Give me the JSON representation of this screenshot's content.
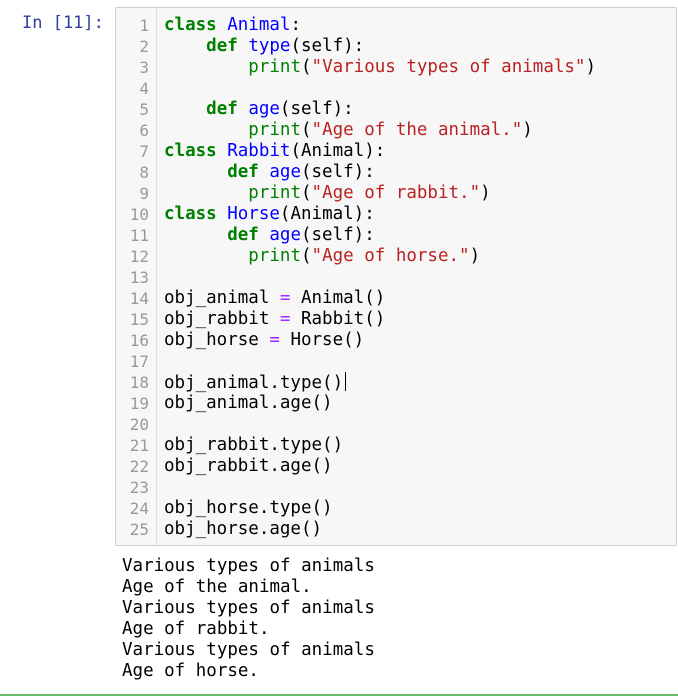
{
  "cell": {
    "prompt": "In [11]:",
    "line_numbers": [
      "1",
      "2",
      "3",
      "4",
      "5",
      "6",
      "7",
      "8",
      "9",
      "10",
      "11",
      "12",
      "13",
      "14",
      "15",
      "16",
      "17",
      "18",
      "19",
      "20",
      "21",
      "22",
      "23",
      "24",
      "25"
    ],
    "code": {
      "l1": {
        "kw": "class",
        "name": "Animal",
        "rest": ":"
      },
      "l2": {
        "indent": "    ",
        "kw": "def",
        "name": "type",
        "rest": "(self):"
      },
      "l3": {
        "indent": "        ",
        "fn": "print",
        "open": "(",
        "str": "\"Various types of animals\"",
        "close": ")"
      },
      "l4": "",
      "l5": {
        "indent": "    ",
        "kw": "def",
        "name": "age",
        "rest": "(self):"
      },
      "l6": {
        "indent": "        ",
        "fn": "print",
        "open": "(",
        "str": "\"Age of the animal.\"",
        "close": ")"
      },
      "l7": {
        "kw": "class",
        "name": "Rabbit",
        "rest": "(Animal):"
      },
      "l8": {
        "indent": "      ",
        "kw": "def",
        "name": "age",
        "rest": "(self):"
      },
      "l9": {
        "indent": "        ",
        "fn": "print",
        "open": "(",
        "str": "\"Age of rabbit.\"",
        "close": ")"
      },
      "l10": {
        "kw": "class",
        "name": "Horse",
        "rest": "(Animal):"
      },
      "l11": {
        "indent": "      ",
        "kw": "def",
        "name": "age",
        "rest": "(self):"
      },
      "l12": {
        "indent": "        ",
        "fn": "print",
        "open": "(",
        "str": "\"Age of horse.\"",
        "close": ")"
      },
      "l13": "",
      "l14": {
        "lhs": "obj_animal ",
        "op": "=",
        "rhs": " Animal()"
      },
      "l15": {
        "lhs": "obj_rabbit ",
        "op": "=",
        "rhs": " Rabbit()"
      },
      "l16": {
        "lhs": "obj_horse ",
        "op": "=",
        "rhs": " Horse()"
      },
      "l17": "",
      "l18": "obj_animal.type()",
      "l19": "obj_animal.age()",
      "l20": "",
      "l21": "obj_rabbit.type()",
      "l22": "obj_rabbit.age()",
      "l23": "",
      "l24": "obj_horse.type()",
      "l25": "obj_horse.age()"
    },
    "output": [
      "Various types of animals",
      "Age of the animal.",
      "Various types of animals",
      "Age of rabbit.",
      "Various types of animals",
      "Age of horse."
    ]
  },
  "colors": {
    "keyword": "#008000",
    "definition": "#0000ff",
    "string": "#ba2121",
    "operator": "#aa22ff",
    "prompt": "#303f9f"
  }
}
